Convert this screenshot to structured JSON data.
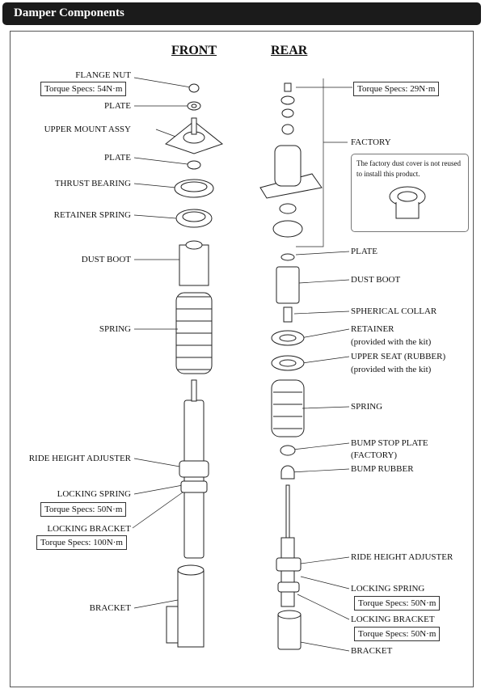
{
  "header": {
    "title": "Damper Components"
  },
  "columns": {
    "front": "FRONT",
    "rear": "REAR"
  },
  "front": {
    "flange_nut": "FLANGE NUT",
    "flange_nut_torque": "Torque Specs: 54N·m",
    "plate1": "PLATE",
    "upper_mount": "UPPER MOUNT ASSY",
    "plate2": "PLATE",
    "thrust_bearing": "THRUST BEARING",
    "retainer_spring": "RETAINER SPRING",
    "dust_boot": "DUST BOOT",
    "spring": "SPRING",
    "ride_height": "RIDE HEIGHT ADJUSTER",
    "locking_spring": "LOCKING SPRING",
    "locking_spring_torque": "Torque Specs: 50N·m",
    "locking_bracket": "LOCKING BRACKET",
    "locking_bracket_torque": "Torque Specs: 100N·m",
    "bracket": "BRACKET"
  },
  "rear": {
    "nut_torque": "Torque Specs: 29N·m",
    "factory": "FACTORY",
    "note": "The factory dust cover is not reused to install this product.",
    "plate": "PLATE",
    "dust_boot": "DUST BOOT",
    "spherical_collar": "SPHERICAL COLLAR",
    "retainer": "RETAINER",
    "retainer_note": "(provided with the kit)",
    "upper_seat": "UPPER SEAT (RUBBER)",
    "upper_seat_note": "(provided with the kit)",
    "spring": "SPRING",
    "bump_stop": "BUMP STOP PLATE",
    "bump_stop_note": "(FACTORY)",
    "bump_rubber": "BUMP RUBBER",
    "ride_height": "RIDE HEIGHT ADJUSTER",
    "locking_spring": "LOCKING SPRING",
    "locking_spring_torque": "Torque Specs: 50N·m",
    "locking_bracket": "LOCKING BRACKET",
    "locking_bracket_torque": "Torque Specs: 50N·m",
    "bracket": "BRACKET"
  }
}
